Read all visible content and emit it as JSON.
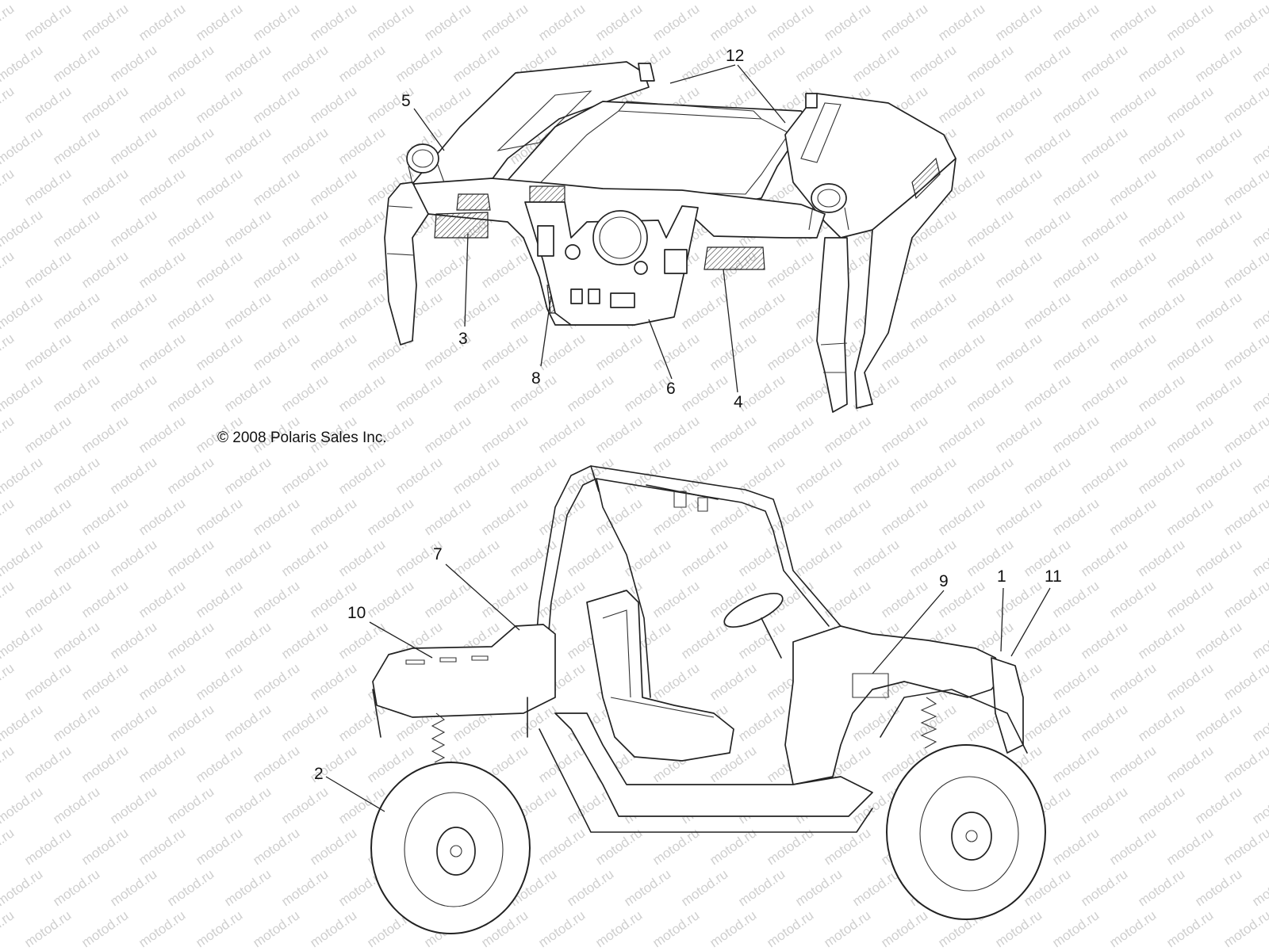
{
  "watermark_text": "motod.ru",
  "copyright": "© 2008 Polaris Sales Inc.",
  "callouts": [
    {
      "id": "1",
      "label": "1"
    },
    {
      "id": "2",
      "label": "2"
    },
    {
      "id": "3",
      "label": "3"
    },
    {
      "id": "4",
      "label": "4"
    },
    {
      "id": "5",
      "label": "5"
    },
    {
      "id": "6",
      "label": "6"
    },
    {
      "id": "7",
      "label": "7"
    },
    {
      "id": "8",
      "label": "8"
    },
    {
      "id": "9",
      "label": "9"
    },
    {
      "id": "10",
      "label": "10"
    },
    {
      "id": "11",
      "label": "11"
    },
    {
      "id": "12",
      "label": "12"
    }
  ]
}
